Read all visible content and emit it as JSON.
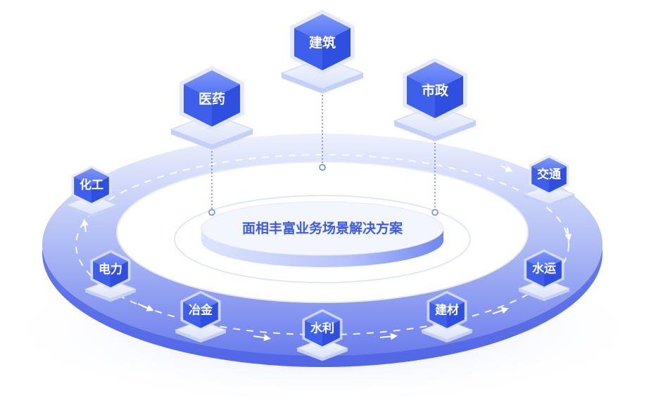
{
  "center": {
    "title": "面相丰富业务场景解决方案"
  },
  "nodes": [
    {
      "id": "building",
      "label": "建筑",
      "icon": "cube-icon"
    },
    {
      "id": "medicine",
      "label": "医药",
      "icon": "cube-icon"
    },
    {
      "id": "municipal",
      "label": "市政",
      "icon": "cube-icon"
    },
    {
      "id": "chemical",
      "label": "化工",
      "icon": "cube-icon"
    },
    {
      "id": "traffic",
      "label": "交通",
      "icon": "cube-icon"
    },
    {
      "id": "power",
      "label": "电力",
      "icon": "cube-icon"
    },
    {
      "id": "waterway",
      "label": "水运",
      "icon": "cube-icon"
    },
    {
      "id": "metallurgy",
      "label": "冶金",
      "icon": "cube-icon"
    },
    {
      "id": "materials",
      "label": "建材",
      "icon": "cube-icon"
    },
    {
      "id": "hydraulic",
      "label": "水利",
      "icon": "cube-icon"
    }
  ],
  "colors": {
    "ring_light": "#dfe4fb",
    "ring_mid": "#9eaef3",
    "ring_dark": "#6d80ec",
    "cube_top": "#5c7cf7",
    "cube_right": "#2f4fe0",
    "cube_left": "#3d5fe9",
    "plate": "#e6ebfb",
    "title": "#3d5be6"
  }
}
